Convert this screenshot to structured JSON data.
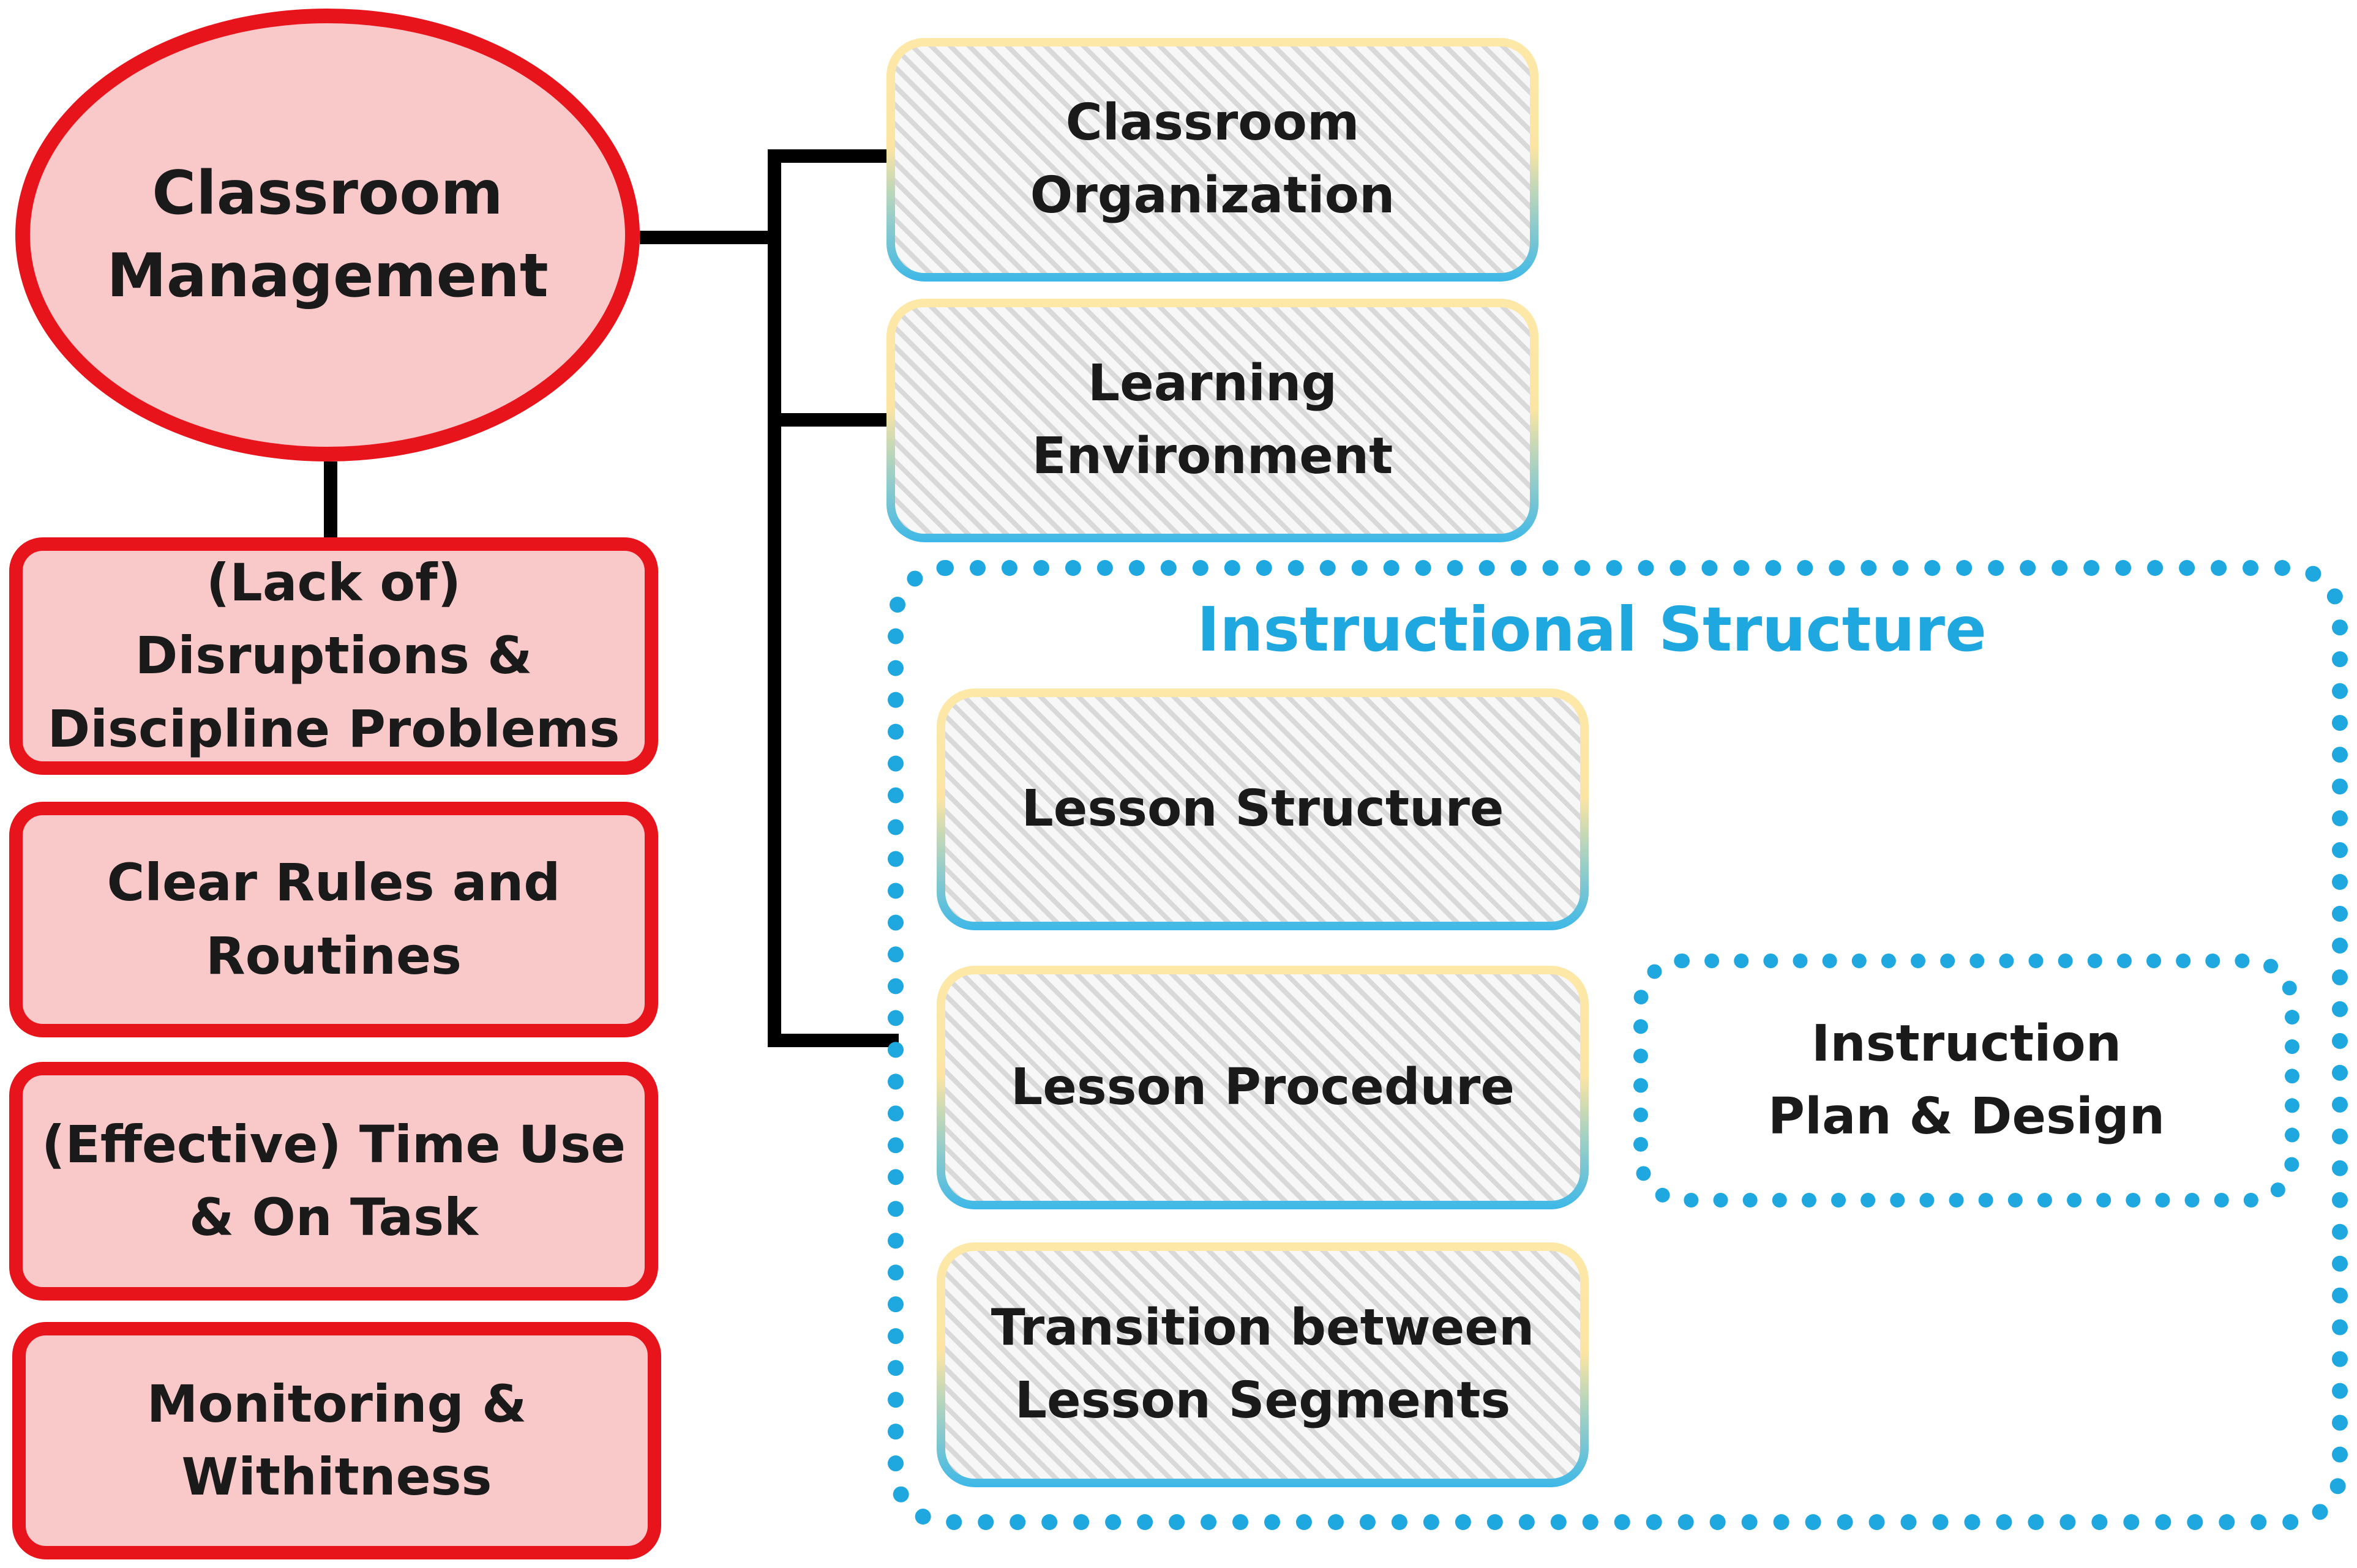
{
  "root": {
    "label_line1": "Classroom",
    "label_line2": "Management"
  },
  "left_items": [
    {
      "line1": "(Lack of)",
      "line2": "Disruptions &",
      "line3": "Discipline Problems"
    },
    {
      "line1": "Clear Rules and",
      "line2": "Routines"
    },
    {
      "line1": "(Effective) Time Use",
      "line2": "& On Task"
    },
    {
      "line1": "Monitoring &",
      "line2": "Withitness"
    }
  ],
  "right_items": [
    {
      "line1": "Classroom",
      "line2": "Organization"
    },
    {
      "line1": "Learning",
      "line2": "Environment"
    }
  ],
  "instructional_structure": {
    "title": "Instructional Structure",
    "items": [
      {
        "line1": "Lesson Structure"
      },
      {
        "line1": "Lesson Procedure"
      },
      {
        "line1": "Transition between",
        "line2": "Lesson Segments"
      }
    ],
    "sub_group": {
      "line1": "Instruction",
      "line2": "Plan & Design"
    }
  },
  "colors": {
    "root_fill": "#f9c8c9",
    "root_border": "#e8141c",
    "accent_blue": "#1fa8e0",
    "gradient_top": "#fde8a8",
    "gradient_bottom": "#3db8e8",
    "connector": "#000000"
  }
}
